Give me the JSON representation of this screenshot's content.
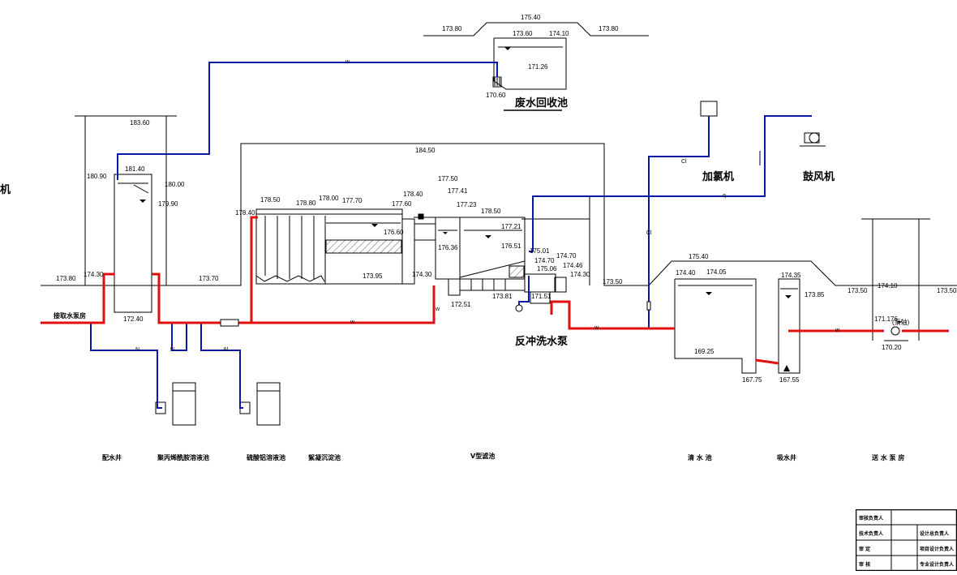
{
  "labels": {
    "waste_pool": "废水回收池",
    "backwash_pump": "反冲洗水泵",
    "chlorinator": "加氯机",
    "blower": "鼓风机",
    "intake_pump_house": "接取水泵房",
    "cut_left": "机"
  },
  "captions": {
    "distribution_well": "配水井",
    "pac_tank": "聚丙烯酰胺溶液池",
    "alum_tank": "硫酸铝溶液池",
    "settling": "絮凝沉淀池",
    "v_filter": "V型滤池",
    "clear_water": "清  水  池",
    "suction_well": "吸水井",
    "delivery_pump": "送  水  泵  房"
  },
  "elevations": {
    "e_173_80_a": "173.80",
    "e_175_40_a": "175.40",
    "e_173_80_b": "173.80",
    "e_173_60": "173.60",
    "e_174_10_a": "174.10",
    "e_171_26": "171.26",
    "e_170_60": "170.60",
    "e_183_60": "183.60",
    "e_180_90": "180.90",
    "e_181_40": "181.40",
    "e_180_00": "180.00",
    "e_179_90": "179.90",
    "e_173_80_c": "173.80",
    "e_174_30_a": "174.30",
    "e_173_70": "173.70",
    "e_172_40": "172.40",
    "e_184_50": "184.50",
    "e_178_40_a": "178.40",
    "e_178_50_a": "178.50",
    "e_178_80": "178.80",
    "e_178_00": "178.00",
    "e_177_70": "177.70",
    "e_178_40_b": "178.40",
    "e_177_60": "177.60",
    "e_177_50": "177.50",
    "e_177_41": "177.41",
    "e_177_23": "177.23",
    "e_178_50_b": "178.50",
    "e_177_21": "177.21",
    "e_176_60": "176.60",
    "e_176_36": "176.36",
    "e_176_51": "176.51",
    "e_173_95": "173.95",
    "e_174_30_b": "174.30",
    "e_172_51": "172.51",
    "e_173_81": "173.81",
    "e_175_01": "175.01",
    "e_174_70_a": "174.70",
    "e_174_70_b": "174.70",
    "e_174_46": "174.46",
    "e_175_06": "175.06",
    "e_174_30_c": "174.30",
    "e_171_51": "171.51",
    "e_173_50_a": "173.50",
    "e_175_40_b": "175.40",
    "e_174_40": "174.40",
    "e_174_05": "174.05",
    "e_174_35": "174.35",
    "e_173_85": "173.85",
    "e_169_25": "169.25",
    "e_167_75": "167.75",
    "e_167_55": "167.55",
    "e_173_50_b": "173.50",
    "e_174_10_b": "174.10",
    "e_173_50_c": "173.50",
    "e_171_176": "171.176",
    "e_170_20": "170.20"
  },
  "pump_note": "(泵轴)",
  "flow_marks": {
    "w1": "w",
    "w2": "w",
    "w3": "w",
    "w4": "w",
    "w5": "w",
    "n1": "N",
    "n2": "N",
    "al": "Al",
    "cl1": "Cl",
    "cl2": "Cl",
    "q": "q"
  },
  "title_block": {
    "r1": "审核负责人",
    "r2a": "技术负责人",
    "r2b": "设计总负责人",
    "r3a": "审        定",
    "r3b": "项目设计负责人",
    "r4a": "审        核",
    "r4b": "专业设计负责人"
  },
  "colors": {
    "raw_water": "#e01010",
    "air_chemical": "#0a1aa8",
    "structure": "#000000"
  }
}
